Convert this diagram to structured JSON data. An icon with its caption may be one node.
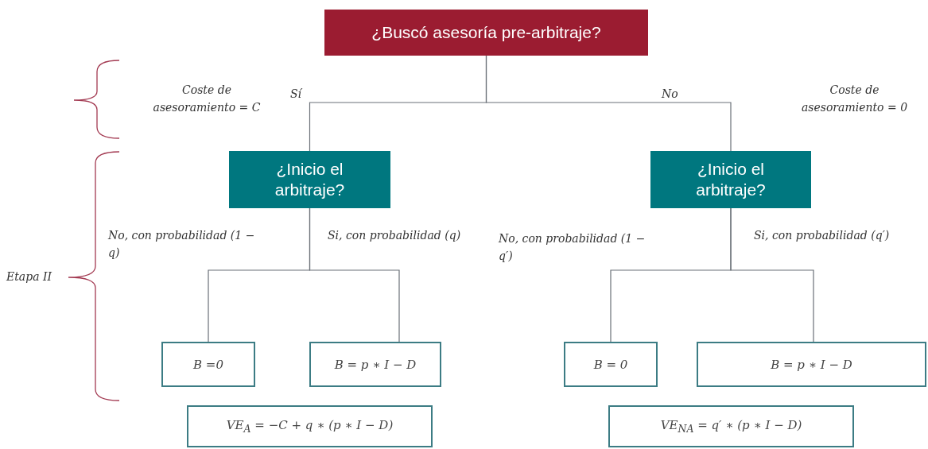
{
  "diagram": {
    "nodes": [
      {
        "text": [
          "¿Buscó asesoría pre-arbitraje?"
        ]
      },
      {
        "text": [
          "¿Inicio el arbitraje?"
        ]
      },
      {
        "text": [
          "¿Inicio el arbitraje?"
        ]
      },
      {
        "text": [
          "B =0"
        ]
      },
      {
        "text": [
          "B = p ∗ I − D"
        ]
      },
      {
        "text": [
          "B = 0"
        ]
      },
      {
        "text": [
          "B = p ∗ I − D"
        ]
      },
      {
        "text": [
          "VE$_{A}$ = −C + q ∗ (p ∗ I − D)"
        ]
      },
      {
        "text": [
          "VE$_{NA}$ = q′ ∗ (p ∗ I − D)"
        ]
      }
    ],
    "edges": [
      {
        "from": 0,
        "to": 1,
        "arrow": "none",
        "label": "Sí"
      },
      {
        "from": 0,
        "to": 2,
        "arrow": "none",
        "label": "No"
      },
      {
        "from": 1,
        "to": 3,
        "arrow": "none",
        "label": "No, con probabilidad (1 − q)"
      },
      {
        "from": 1,
        "to": 4,
        "arrow": "none",
        "label": "Si, con probabilidad (q)"
      },
      {
        "from": 2,
        "to": 5,
        "arrow": "none",
        "label": "No, con probabilidad (1 − q′)"
      },
      {
        "from": 2,
        "to": 6,
        "arrow": "none",
        "label": "Si, con probabilidad (q′)"
      }
    ],
    "labels": [
      "Coste de asesoramiento = C",
      "Coste de asesoramiento = 0",
      "Etapa II"
    ]
  }
}
